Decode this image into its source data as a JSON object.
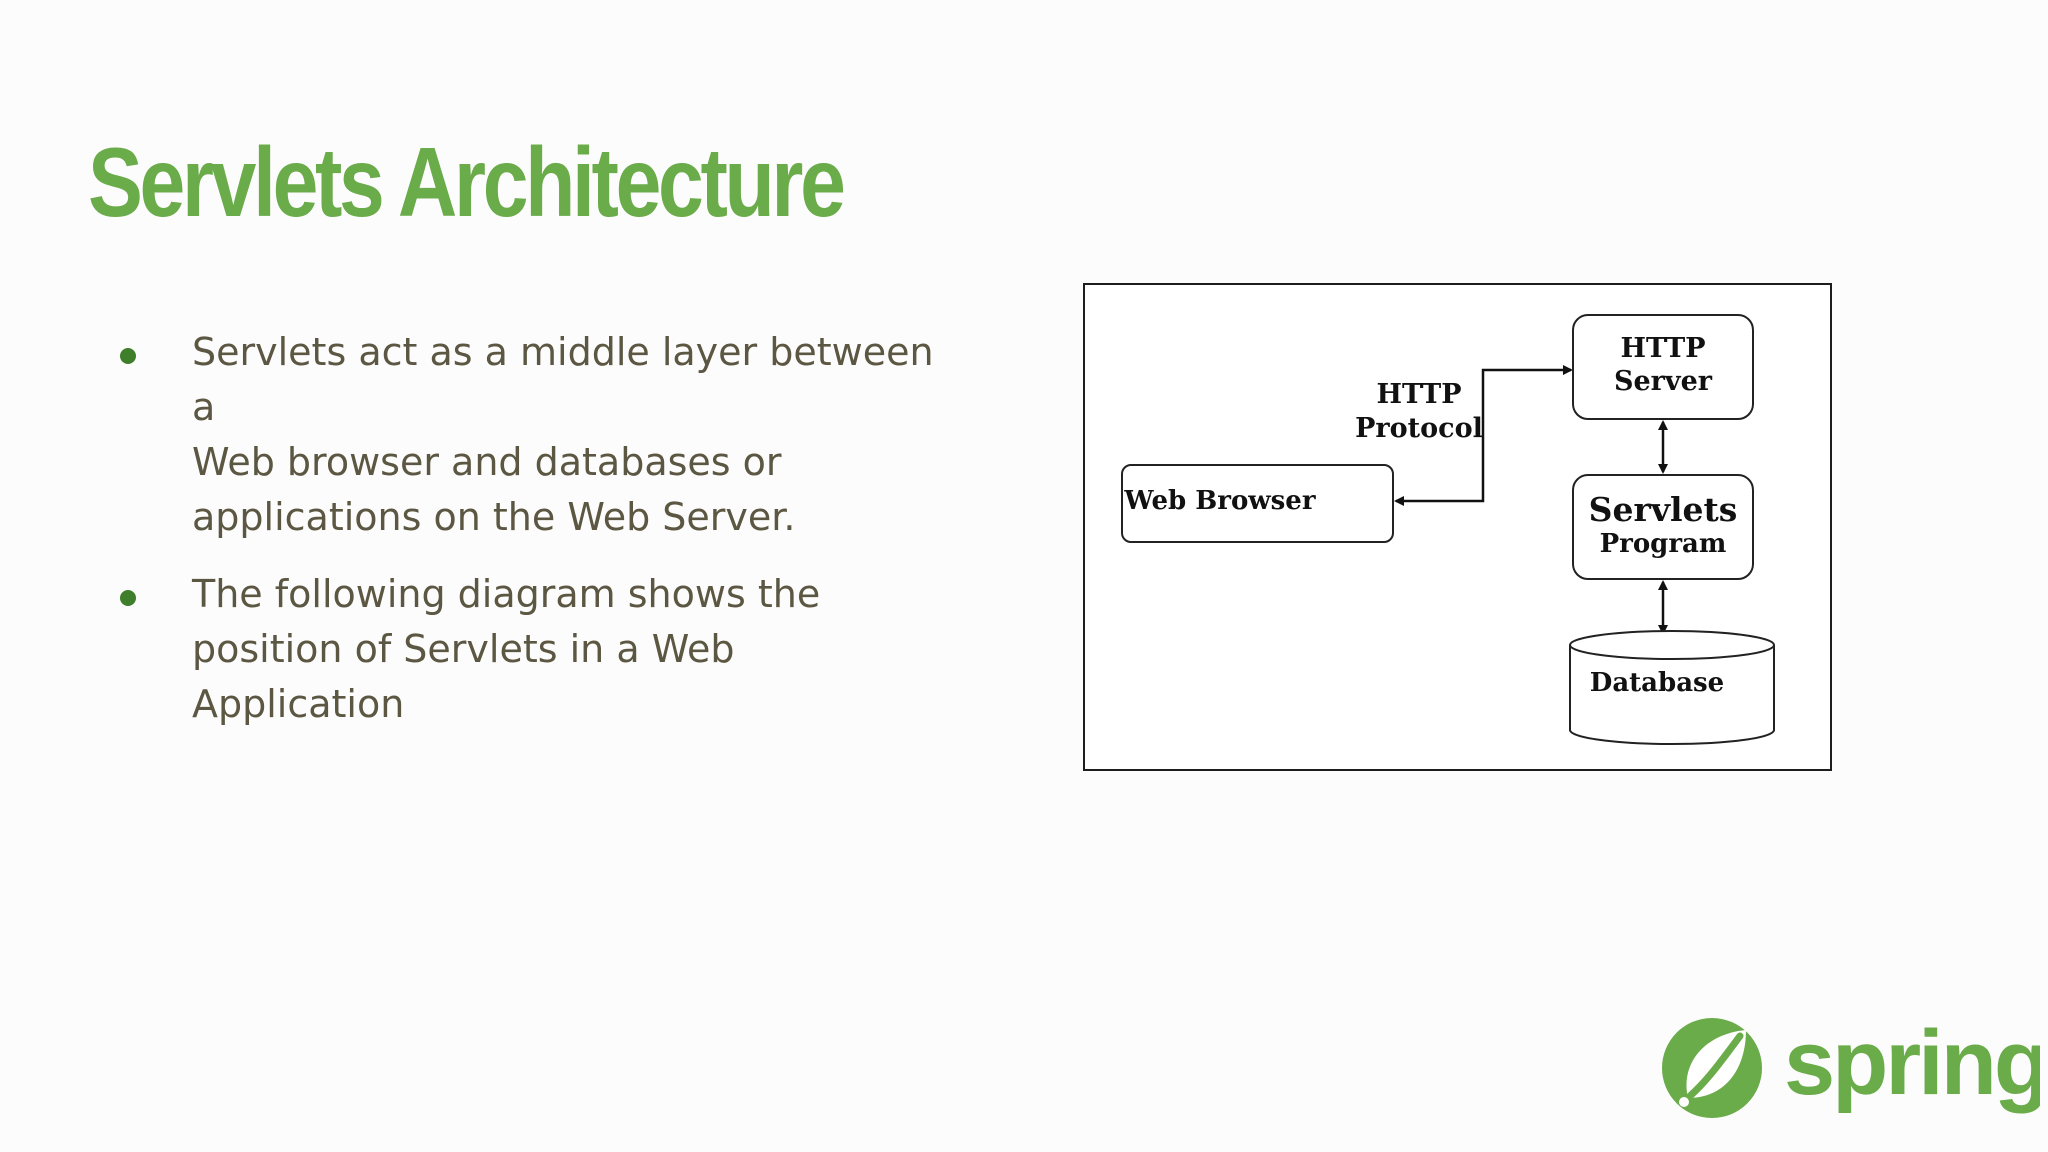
{
  "slide": {
    "title": "Servlets Architecture",
    "bullets": [
      {
        "text": "Servlets act as a middle layer between a\nWeb browser and databases or\napplications on the Web Server."
      },
      {
        "text": "The following diagram shows the\nposition of Servlets in a Web Application"
      }
    ]
  },
  "diagram": {
    "web_browser": "Web Browser",
    "protocol_line1": "HTTP",
    "protocol_line2": "Protocol",
    "server_line1": "HTTP",
    "server_line2": "Server",
    "servlets_line1": "Servlets",
    "servlets_line2": "Program",
    "database": "Database"
  },
  "logo": {
    "wordmark": "spring"
  },
  "colors": {
    "title": "#6aab4a",
    "body_text": "#5b5742",
    "bullet": "#3f7e2b",
    "logo": "#6aab4a"
  }
}
